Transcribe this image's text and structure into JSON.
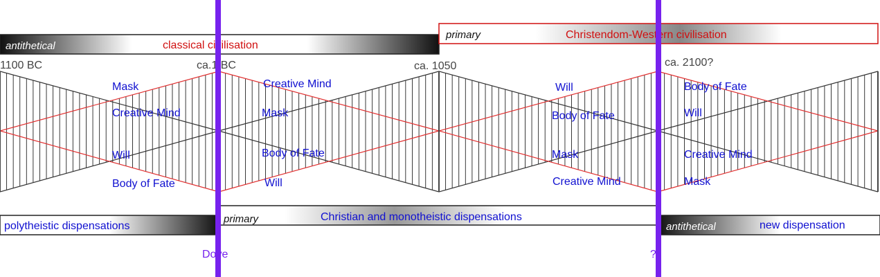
{
  "bands": {
    "top_left": {
      "tag": "antithetical",
      "title": "classical civilisation"
    },
    "top_right": {
      "tag": "primary",
      "title": "Christendom-Western civilisation"
    },
    "bottom_left": {
      "title": "polytheistic dispensations"
    },
    "bottom_mid": {
      "tag": "primary",
      "title": "Christian and monotheistic dispensations"
    },
    "bottom_right": {
      "tag": "antithetical",
      "title": "new dispensation"
    }
  },
  "dates": [
    "1100 BC",
    "ca.1 BC",
    "ca. 1050",
    "ca. 2100?"
  ],
  "faculties": {
    "cone1": [
      "Mask",
      "Creative Mind",
      "Will",
      "Body of Fate"
    ],
    "cone2": [
      "Creative Mind",
      "Mask",
      "Body of Fate",
      "Will"
    ],
    "cone3": [
      "Will",
      "Body of Fate",
      "Mask",
      "Creative Mind"
    ],
    "cone4": [
      "Body of Fate",
      "Will",
      "Creative Mind",
      "Mask"
    ]
  },
  "markers": {
    "left": "Dove",
    "right": "?"
  },
  "colors": {
    "marker_line": "#7722ee",
    "red_line": "#e03030",
    "label_blue": "#1010d0",
    "label_red": "#d01010"
  }
}
